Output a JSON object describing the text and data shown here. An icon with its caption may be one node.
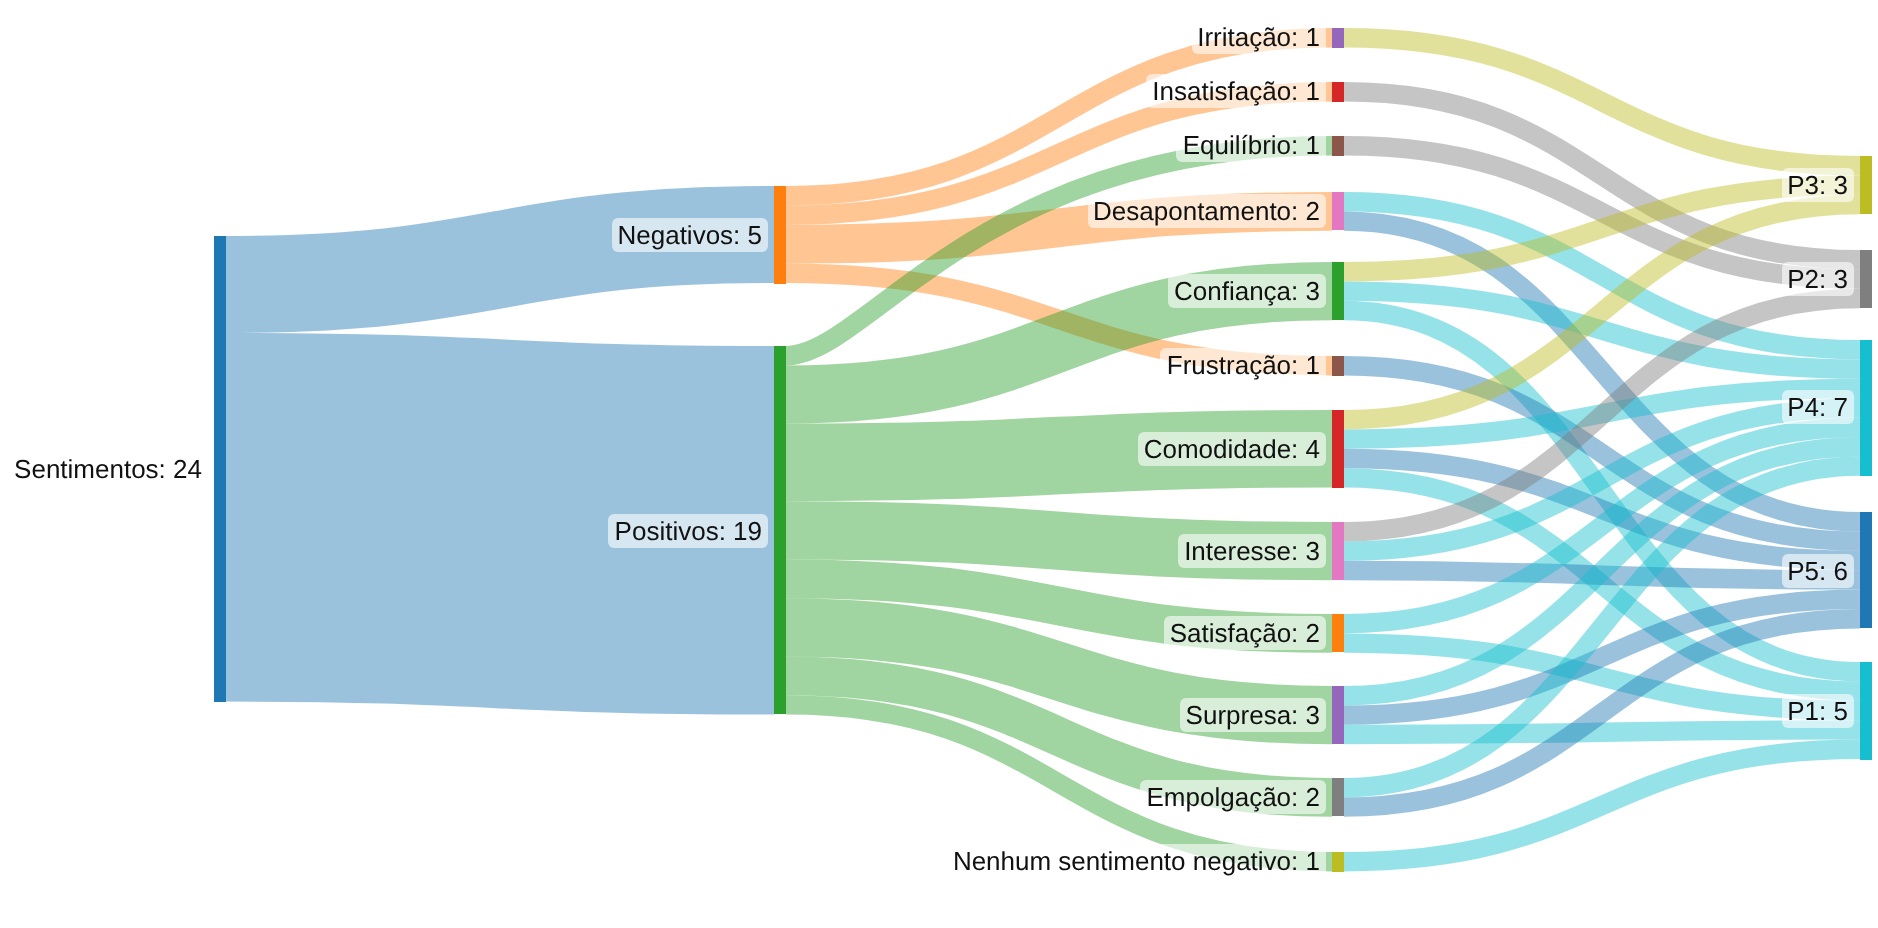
{
  "diagram": {
    "nodes": [
      {
        "text": [
          "Sentimentos: 24"
        ]
      },
      {
        "text": [
          "Negativos: 5"
        ]
      },
      {
        "text": [
          "Positivos: 19"
        ]
      },
      {
        "text": [
          "Irritação: 1"
        ]
      },
      {
        "text": [
          "Insatisfação: 1"
        ]
      },
      {
        "text": [
          "Equilíbrio: 1"
        ]
      },
      {
        "text": [
          "Desapontamento: 2"
        ]
      },
      {
        "text": [
          "Confiança: 3"
        ]
      },
      {
        "text": [
          "Frustração: 1"
        ]
      },
      {
        "text": [
          "Comodidade: 4"
        ]
      },
      {
        "text": [
          "Interesse: 3"
        ]
      },
      {
        "text": [
          "Satisfação: 2"
        ]
      },
      {
        "text": [
          "Surpresa: 3"
        ]
      },
      {
        "text": [
          "Empolgação: 2"
        ]
      },
      {
        "text": [
          "Nenhum sentimento negativo: 1"
        ]
      },
      {
        "text": [
          "P3: 3"
        ]
      },
      {
        "text": [
          "P2: 3"
        ]
      },
      {
        "text": [
          "P4: 7"
        ]
      },
      {
        "text": [
          "P5: 6"
        ]
      },
      {
        "text": [
          "P1: 5"
        ]
      }
    ],
    "edges": [
      {
        "from": 0,
        "to": 1,
        "arrow": "none",
        "style": "thick",
        "color": "#1f77b4"
      },
      {
        "from": 0,
        "to": 2,
        "arrow": "none",
        "style": "thick",
        "color": "#1f77b4"
      },
      {
        "from": 1,
        "to": 3,
        "arrow": "none",
        "color": "#ff7f0e"
      },
      {
        "from": 1,
        "to": 4,
        "arrow": "none",
        "color": "#ff7f0e"
      },
      {
        "from": 1,
        "to": 6,
        "arrow": "none",
        "style": "thick",
        "color": "#ff7f0e"
      },
      {
        "from": 1,
        "to": 8,
        "arrow": "none",
        "color": "#ff7f0e"
      },
      {
        "from": 2,
        "to": 5,
        "arrow": "none",
        "color": "#2ca02c"
      },
      {
        "from": 2,
        "to": 7,
        "arrow": "none",
        "style": "thick",
        "color": "#2ca02c"
      },
      {
        "from": 2,
        "to": 9,
        "arrow": "none",
        "style": "thick",
        "color": "#2ca02c"
      },
      {
        "from": 2,
        "to": 10,
        "arrow": "none",
        "style": "thick",
        "color": "#2ca02c"
      },
      {
        "from": 2,
        "to": 11,
        "arrow": "none",
        "style": "thick",
        "color": "#2ca02c"
      },
      {
        "from": 2,
        "to": 12,
        "arrow": "none",
        "style": "thick",
        "color": "#2ca02c"
      },
      {
        "from": 2,
        "to": 13,
        "arrow": "none",
        "style": "thick",
        "color": "#2ca02c"
      },
      {
        "from": 2,
        "to": 14,
        "arrow": "none",
        "color": "#2ca02c"
      },
      {
        "from": 3,
        "to": 15,
        "arrow": "none",
        "color": "#bcbd22"
      },
      {
        "from": 4,
        "to": 16,
        "arrow": "none",
        "color": "#7f7f7f"
      },
      {
        "from": 5,
        "to": 16,
        "arrow": "none",
        "color": "#7f7f7f"
      },
      {
        "from": 6,
        "to": 17,
        "arrow": "none",
        "color": "#17becf"
      },
      {
        "from": 6,
        "to": 18,
        "arrow": "none",
        "color": "#1f77b4"
      },
      {
        "from": 7,
        "to": 15,
        "arrow": "none",
        "color": "#bcbd22"
      },
      {
        "from": 7,
        "to": 17,
        "arrow": "none",
        "color": "#17becf"
      },
      {
        "from": 7,
        "to": 19,
        "arrow": "none",
        "color": "#17becf"
      },
      {
        "from": 8,
        "to": 18,
        "arrow": "none",
        "color": "#1f77b4"
      },
      {
        "from": 9,
        "to": 15,
        "arrow": "none",
        "color": "#bcbd22"
      },
      {
        "from": 9,
        "to": 17,
        "arrow": "none",
        "color": "#17becf"
      },
      {
        "from": 9,
        "to": 18,
        "arrow": "none",
        "color": "#1f77b4"
      },
      {
        "from": 9,
        "to": 19,
        "arrow": "none",
        "color": "#17becf"
      },
      {
        "from": 10,
        "to": 16,
        "arrow": "none",
        "color": "#7f7f7f"
      },
      {
        "from": 10,
        "to": 17,
        "arrow": "none",
        "color": "#17becf"
      },
      {
        "from": 10,
        "to": 18,
        "arrow": "none",
        "color": "#1f77b4"
      },
      {
        "from": 11,
        "to": 17,
        "arrow": "none",
        "color": "#17becf"
      },
      {
        "from": 11,
        "to": 19,
        "arrow": "none",
        "color": "#17becf"
      },
      {
        "from": 12,
        "to": 17,
        "arrow": "none",
        "color": "#17becf"
      },
      {
        "from": 12,
        "to": 18,
        "arrow": "none",
        "color": "#1f77b4"
      },
      {
        "from": 12,
        "to": 19,
        "arrow": "none",
        "color": "#17becf"
      },
      {
        "from": 13,
        "to": 17,
        "arrow": "none",
        "color": "#17becf"
      },
      {
        "from": 13,
        "to": 18,
        "arrow": "none",
        "color": "#1f77b4"
      },
      {
        "from": 14,
        "to": 19,
        "arrow": "none",
        "color": "#17becf"
      }
    ]
  }
}
